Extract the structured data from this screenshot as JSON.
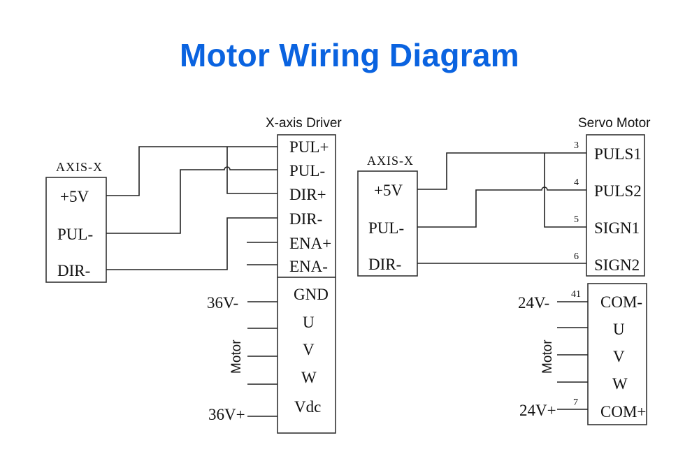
{
  "title": "Motor Wiring Diagram",
  "left": {
    "controller": {
      "label": "AXIS-X",
      "pins": [
        "+5V",
        "PUL-",
        "DIR-"
      ]
    },
    "driver": {
      "label": "X-axis Driver",
      "signal_pins": [
        "PUL+",
        "PUL-",
        "DIR+",
        "DIR-",
        "ENA+",
        "ENA-"
      ],
      "power_pins": [
        "GND",
        "U",
        "V",
        "W",
        "Vdc"
      ]
    },
    "supply_minus": "36V-",
    "supply_plus": "36V+",
    "motor_label": "Motor",
    "connections": [
      {
        "from": "+5V",
        "to": [
          "PUL+",
          "DIR+"
        ]
      },
      {
        "from": "PUL-",
        "to": [
          "PUL-"
        ]
      },
      {
        "from": "DIR-",
        "to": [
          "DIR-"
        ]
      }
    ]
  },
  "right": {
    "controller": {
      "label": "AXIS-X",
      "pins": [
        "+5V",
        "PUL-",
        "DIR-"
      ]
    },
    "servo": {
      "label": "Servo Motor",
      "signal_pins": [
        "PULS1",
        "PULS2",
        "SIGN1",
        "SIGN2"
      ],
      "signal_pin_numbers": [
        "3",
        "4",
        "5",
        "6"
      ],
      "power_pins": [
        "COM-",
        "U",
        "V",
        "W",
        "COM+"
      ],
      "power_pin_numbers": {
        "COM-": "41",
        "COM+": "7"
      }
    },
    "supply_minus": "24V-",
    "supply_plus": "24V+",
    "motor_label": "Motor",
    "connections": [
      {
        "from": "+5V",
        "to": [
          "PULS1",
          "SIGN1"
        ]
      },
      {
        "from": "PUL-",
        "to": [
          "PULS2"
        ]
      },
      {
        "from": "DIR-",
        "to": [
          "SIGN2"
        ]
      }
    ]
  }
}
